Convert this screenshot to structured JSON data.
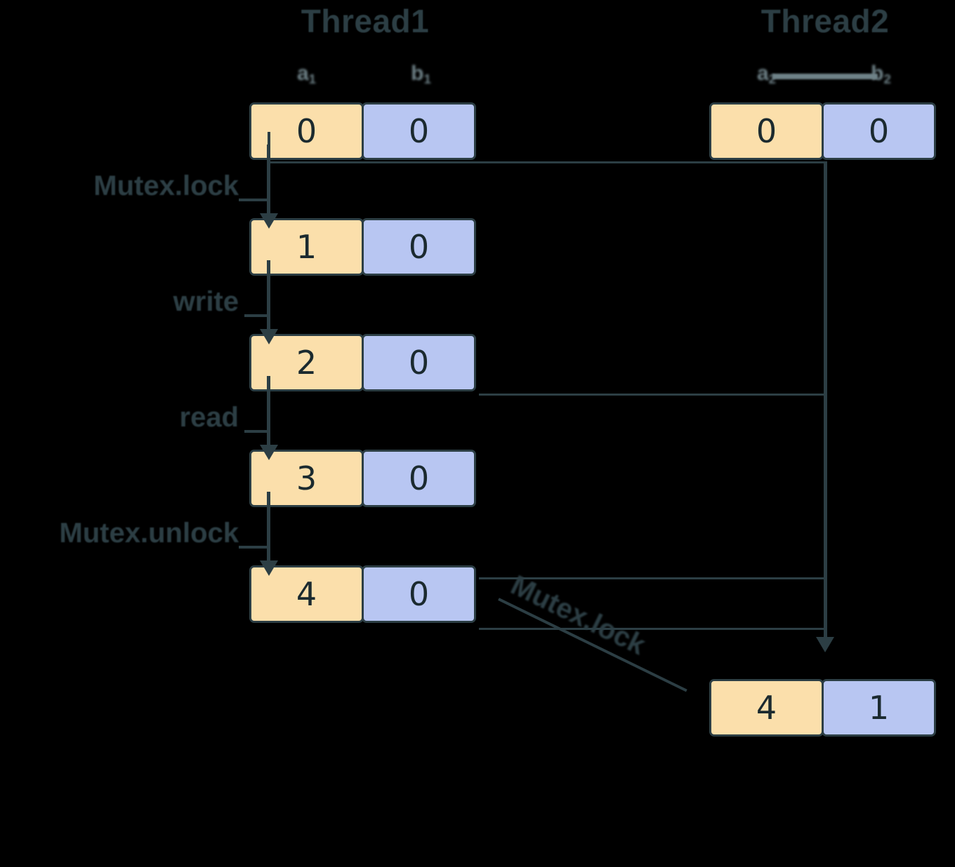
{
  "diagram": {
    "title_left": "Thread1",
    "title_right": "Thread2",
    "vars": {
      "left_a": "a",
      "left_a_sub": "1",
      "left_b": "b",
      "left_b_sub": "1",
      "right_a": "a",
      "right_a_sub": "2",
      "right_b": "b",
      "right_b_sub": "2"
    },
    "operations": {
      "mutex_lock": "Mutex.lock",
      "write": "write",
      "read": "read",
      "mutex_unlock": "Mutex.unlock",
      "mutex_lock_2": "Mutex.lock"
    },
    "thread1_states": [
      {
        "a": "0",
        "b": "0"
      },
      {
        "a": "1",
        "b": "0"
      },
      {
        "a": "2",
        "b": "0"
      },
      {
        "a": "3",
        "b": "0"
      },
      {
        "a": "4",
        "b": "0"
      }
    ],
    "thread2_states": [
      {
        "a": "0",
        "b": "0"
      },
      {
        "a": "4",
        "b": "1"
      }
    ],
    "colors": {
      "cell_a": "#fbdfab",
      "cell_b": "#b8c6f2",
      "stroke": "#2c3e44",
      "label_muted": "#6f8288",
      "background": "#000000"
    }
  }
}
